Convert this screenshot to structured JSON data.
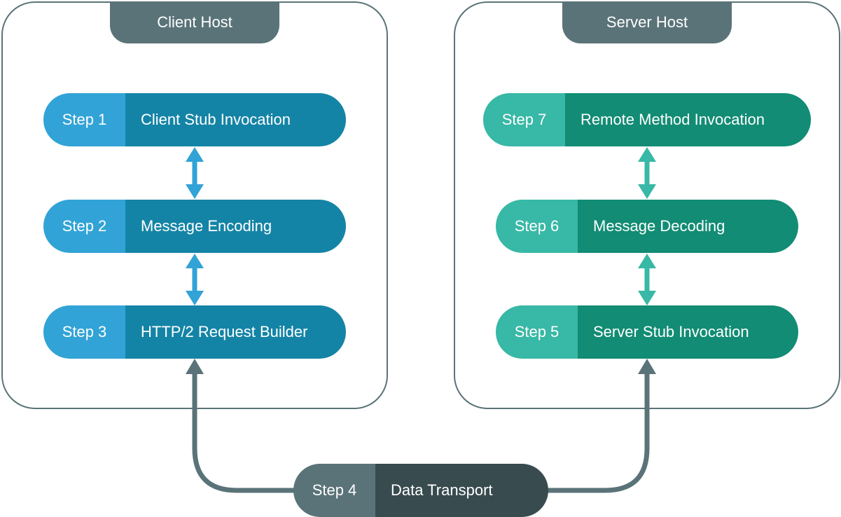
{
  "client_host": {
    "title": "Client Host",
    "steps": [
      {
        "step": "Step 1",
        "label": "Client Stub Invocation"
      },
      {
        "step": "Step 2",
        "label": "Message Encoding"
      },
      {
        "step": "Step 3",
        "label": "HTTP/2 Request Builder"
      }
    ]
  },
  "server_host": {
    "title": "Server Host",
    "steps": [
      {
        "step": "Step 7",
        "label": "Remote Method Invocation"
      },
      {
        "step": "Step 6",
        "label": "Message Decoding"
      },
      {
        "step": "Step 5",
        "label": "Server Stub Invocation"
      }
    ]
  },
  "transport": {
    "step": "Step 4",
    "label": "Data Transport"
  },
  "colors": {
    "client_step": "#32a3d6",
    "client_label": "#1484a6",
    "server_step": "#38b8a6",
    "server_label": "#128c74",
    "transport_step": "#5a7378",
    "transport_label": "#384b4f",
    "border": "#5a7378"
  }
}
